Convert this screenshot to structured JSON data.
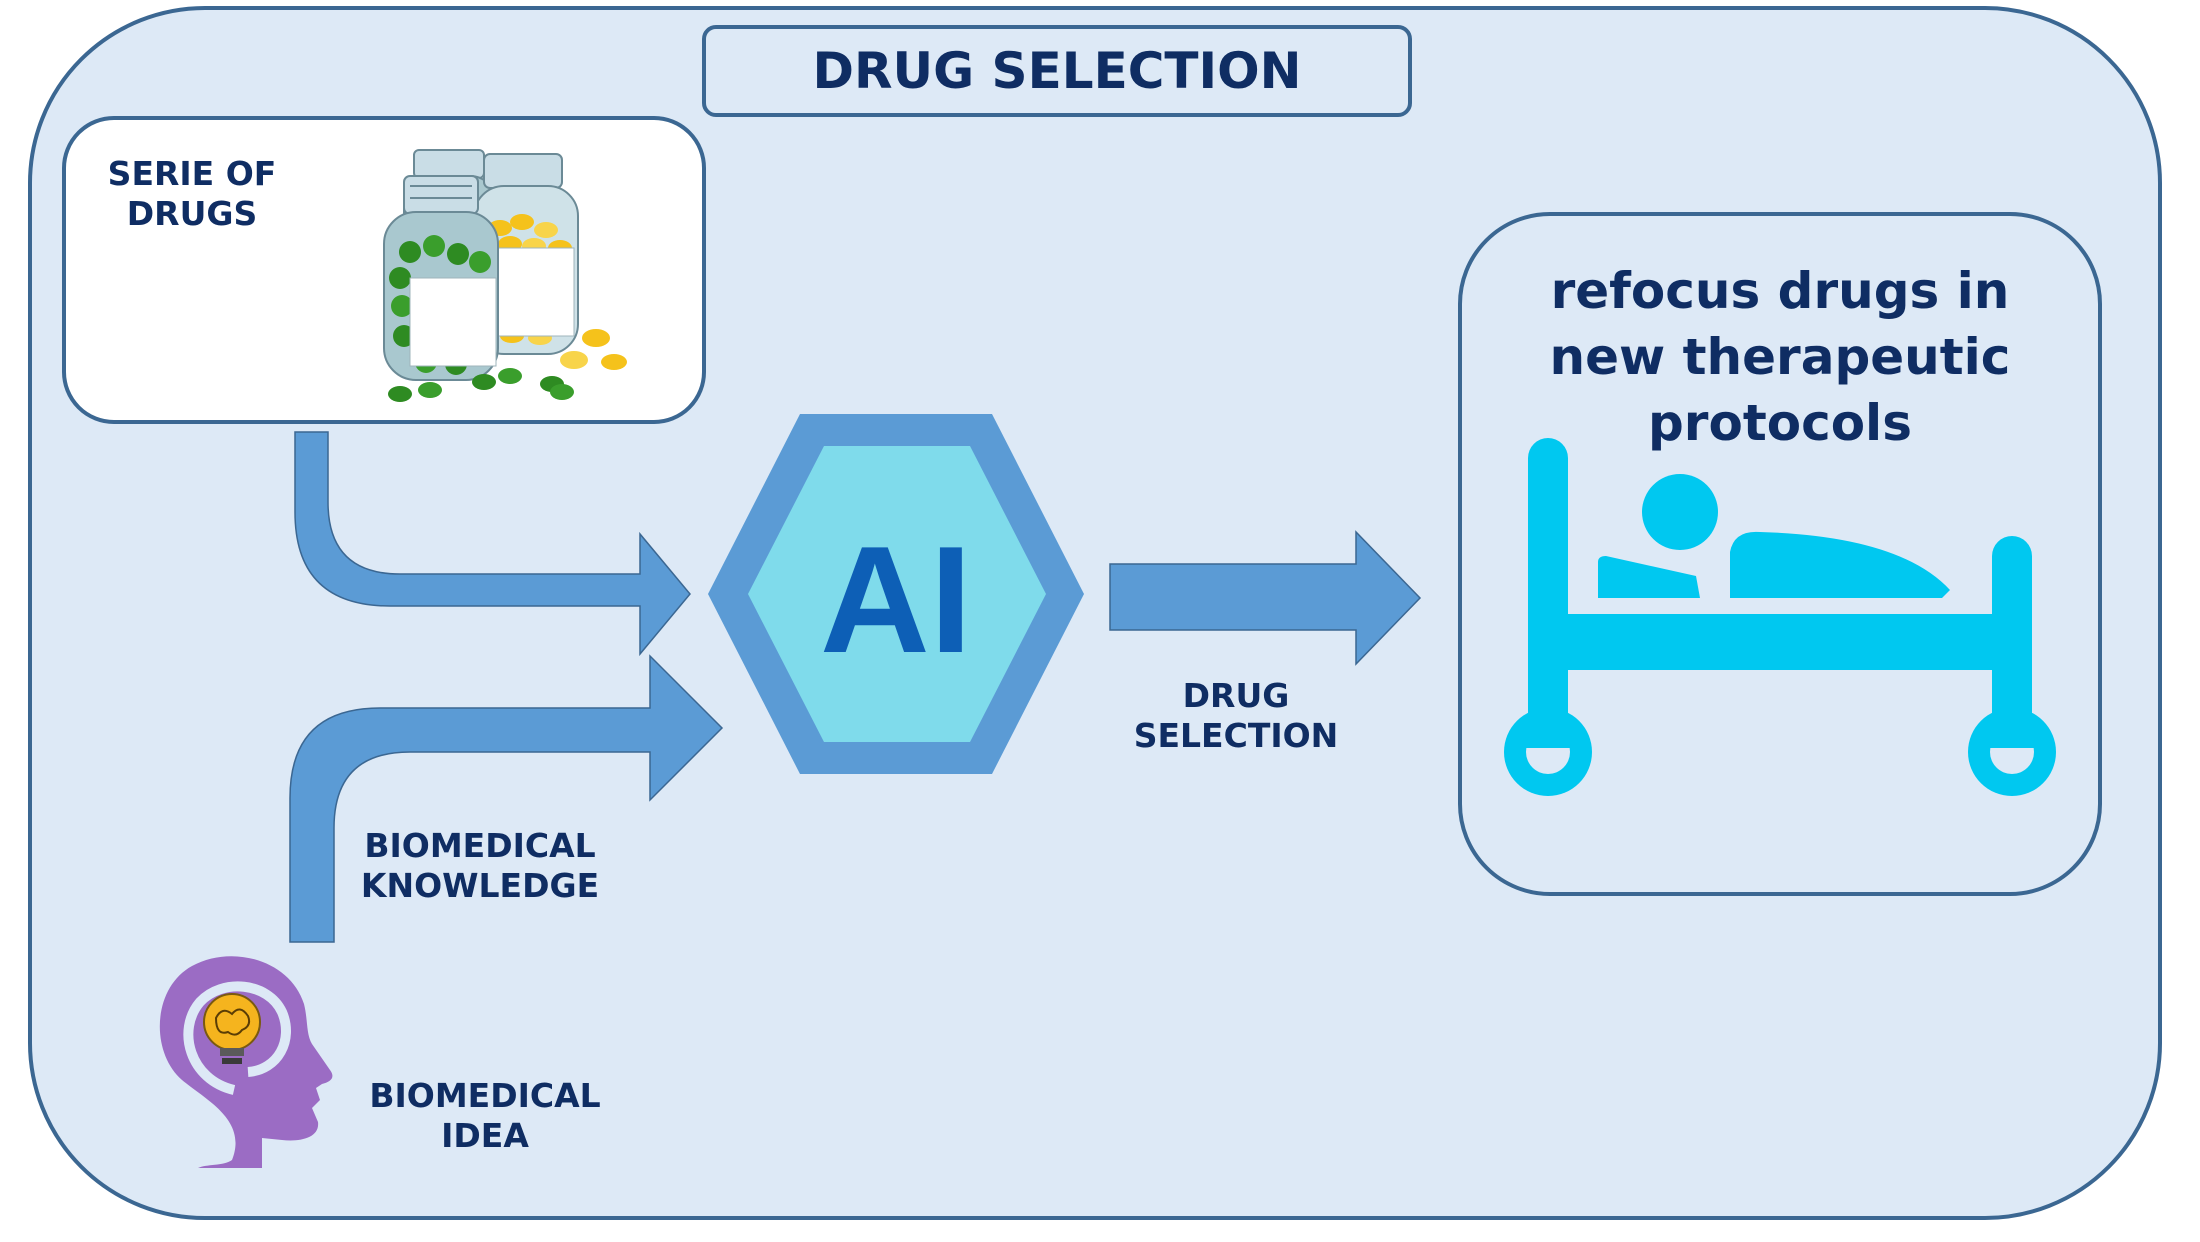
{
  "title": "DRUG SELECTION",
  "drugs_box": {
    "line1": "SERIE OF",
    "line2": "DRUGS"
  },
  "ai_label": "AI",
  "output_arrow": {
    "line1": "DRUG",
    "line2": "SELECTION"
  },
  "knowledge_arrow": {
    "line1": "BIOMEDICAL",
    "line2": "KNOWLEDGE"
  },
  "idea": {
    "line1": "BIOMEDICAL",
    "line2": "IDEA"
  },
  "result_box": {
    "line1": "refocus drugs in",
    "line2": "new therapeutic",
    "line3": "protocols"
  },
  "colors": {
    "background": "#dde9f6",
    "frame_border": "#3b6792",
    "arrow": "#5b9bd5",
    "hexagon_outer": "#5b9bd5",
    "hexagon_inner": "#7fdbeb",
    "ai_text": "#0d5fb6",
    "bed_icon": "#00c8f0",
    "text_dark": "#0f2d63",
    "head_icon": "#9b6cc4",
    "bulb": "#f5b41e",
    "pills_green": "#2e8b22",
    "pills_yellow": "#f5c21b"
  }
}
